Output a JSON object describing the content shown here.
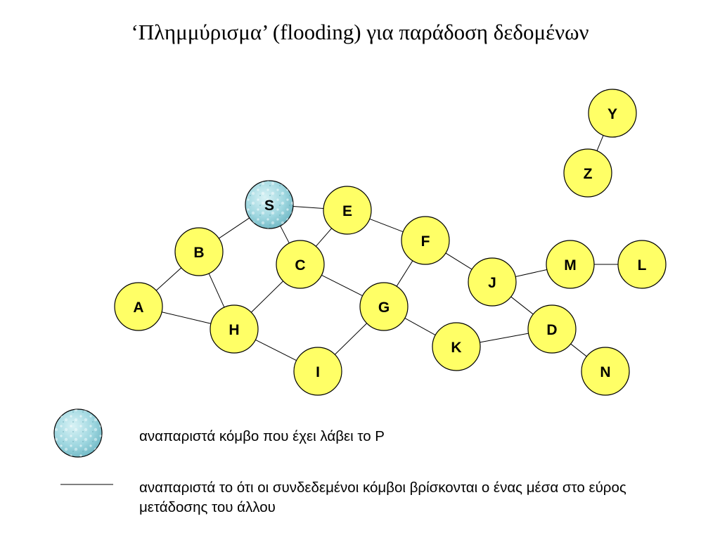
{
  "title": "‘Πλημμύρισμα’ (flooding) για παράδοση δεδομένων",
  "colors": {
    "node_fill": "#ffff66",
    "received_fill": "#9fd7e0",
    "stroke": "#000000"
  },
  "diagram": {
    "nodes": [
      {
        "id": "S",
        "label": "S",
        "received": true
      },
      {
        "id": "E",
        "label": "E",
        "received": false
      },
      {
        "id": "B",
        "label": "B",
        "received": false
      },
      {
        "id": "C",
        "label": "C",
        "received": false
      },
      {
        "id": "F",
        "label": "F",
        "received": false
      },
      {
        "id": "A",
        "label": "A",
        "received": false
      },
      {
        "id": "H",
        "label": "H",
        "received": false
      },
      {
        "id": "G",
        "label": "G",
        "received": false
      },
      {
        "id": "I",
        "label": "I",
        "received": false
      },
      {
        "id": "K",
        "label": "K",
        "received": false
      },
      {
        "id": "J",
        "label": "J",
        "received": false
      },
      {
        "id": "M",
        "label": "M",
        "received": false
      },
      {
        "id": "L",
        "label": "L",
        "received": false
      },
      {
        "id": "D",
        "label": "D",
        "received": false
      },
      {
        "id": "N",
        "label": "N",
        "received": false
      },
      {
        "id": "Y",
        "label": "Y",
        "received": false
      },
      {
        "id": "Z",
        "label": "Z",
        "received": false
      }
    ],
    "edges": [
      [
        "S",
        "E"
      ],
      [
        "S",
        "B"
      ],
      [
        "S",
        "C"
      ],
      [
        "E",
        "C"
      ],
      [
        "E",
        "F"
      ],
      [
        "B",
        "A"
      ],
      [
        "B",
        "H"
      ],
      [
        "A",
        "H"
      ],
      [
        "C",
        "H"
      ],
      [
        "C",
        "G"
      ],
      [
        "H",
        "I"
      ],
      [
        "I",
        "G"
      ],
      [
        "G",
        "F"
      ],
      [
        "G",
        "K"
      ],
      [
        "F",
        "J"
      ],
      [
        "J",
        "M"
      ],
      [
        "M",
        "L"
      ],
      [
        "J",
        "D"
      ],
      [
        "K",
        "D"
      ],
      [
        "D",
        "N"
      ],
      [
        "Y",
        "Z"
      ]
    ]
  },
  "legend": {
    "received_text": "αναπαριστά κόμβο που έχει λάβει το P",
    "range_text": "αναπαριστά το ότι οι συνδεδεμένοι κόμβοι βρίσκονται ο ένας μέσα στο εύρος μετάδοσης του άλλου"
  }
}
